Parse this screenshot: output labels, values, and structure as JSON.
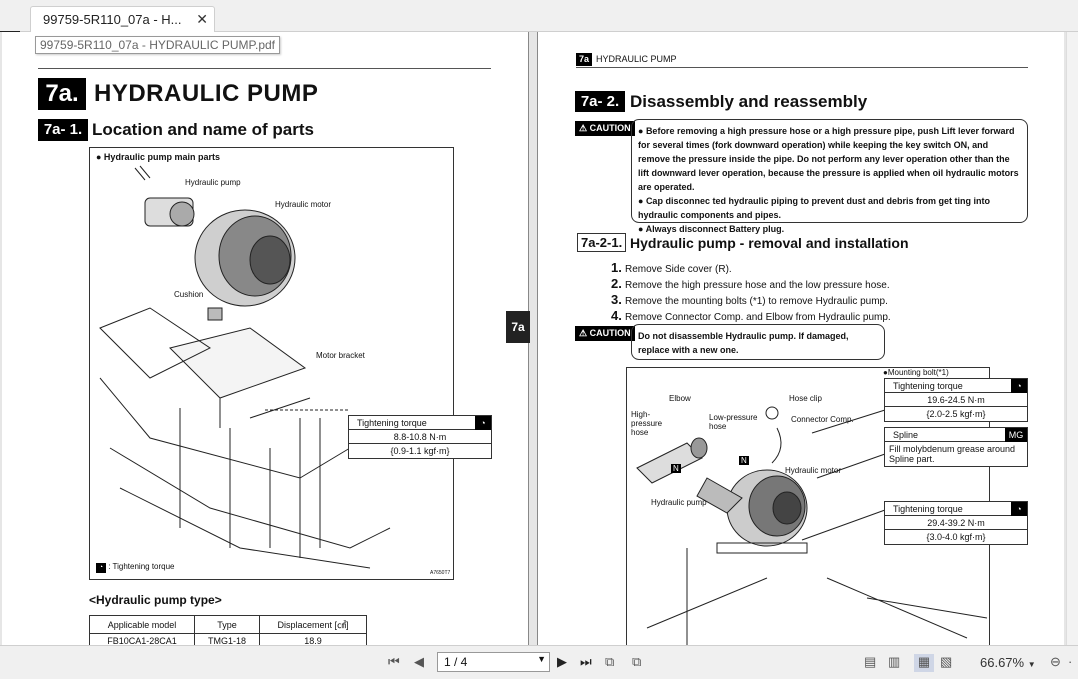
{
  "tab": {
    "title": "99759-5R110_07a - H...",
    "close": "✕"
  },
  "tooltip": "99759-5R110_07a - HYDRAULIC PUMP.pdf",
  "left_page": {
    "chapter_num": "7a.",
    "chapter_title": "HYDRAULIC PUMP",
    "section_num": "7a- 1.",
    "section_title": "Location and name of parts",
    "figure_caption": "● Hydraulic pump main parts",
    "labels": {
      "pump": "Hydraulic pump",
      "motor": "Hydraulic motor",
      "cushion": "Cushion",
      "bracket": "Motor bracket"
    },
    "torque": {
      "header": "Tightening torque",
      "value": "8.8-10.8 N·m",
      "value2": "{0.9-1.1 kgf·m}"
    },
    "legend": ": Tightening torque",
    "fig_code": "A7650T7",
    "pump_type_title": "<Hydraulic pump type>",
    "table": {
      "headers": [
        "Applicable model",
        "Type",
        "Displacement [㎤]"
      ],
      "rows": [
        [
          "FB10CA1-28CA1",
          "TMG1-18",
          "18.9"
        ]
      ]
    }
  },
  "side_tab": "7a",
  "right_page": {
    "header_badge": "7a",
    "header_text": "HYDRAULIC PUMP",
    "section_num": "7a- 2.",
    "section_title": "Disassembly and reassembly",
    "caution_label": "CAUTION",
    "caution1": [
      "Before removing a high pressure hose or a high pressure pipe, push Lift lever forward for several times (fork downward operation) while keeping the key switch ON, and remove the pressure inside the pipe. Do not perform any lever operation other than the lift downward lever operation, because the pressure is applied when oil hydraulic motors are operated.",
      "Cap disconnec ted hydraulic piping to prevent dust and debris from get ting into hydraulic components and pipes.",
      "Always disconnect Battery plug."
    ],
    "sub_num": "7a-2-1.",
    "sub_title": "Hydraulic pump - removal and installation",
    "steps": [
      "Remove Side cover (R).",
      "Remove the high pressure hose and the low pressure hose.",
      "Remove the mounting bolts (*1) to remove Hydraulic pump.",
      "Remove Connector Comp. and Elbow from Hydraulic pump."
    ],
    "caution2": "Do not disassemble Hydraulic pump. If damaged, replace with a new one.",
    "fig_labels": {
      "mounting": "●Mounting bolt(*1)",
      "elbow": "Elbow",
      "hose_clip": "Hose clip",
      "high_hose": "High-pressure hose",
      "low_hose": "Low-pressure hose",
      "connector": "Connector Comp.",
      "motor": "Hydraulic motor",
      "pump": "Hydraulic pump",
      "n": "N"
    },
    "torque1": {
      "header": "Tightening torque",
      "value": "19.6-24.5 N·m",
      "value2": "{2.0-2.5 kgf·m}"
    },
    "spline": {
      "header": "Spline",
      "badge": "MG",
      "text": "Fill molybdenum grease around Spline part."
    },
    "torque2": {
      "header": "Tightening torque",
      "value": "29.4-39.2 N·m",
      "value2": "{3.0-4.0 kgf·m}"
    }
  },
  "toolbar": {
    "page_value": "1 / 4",
    "zoom": "66.67%"
  }
}
